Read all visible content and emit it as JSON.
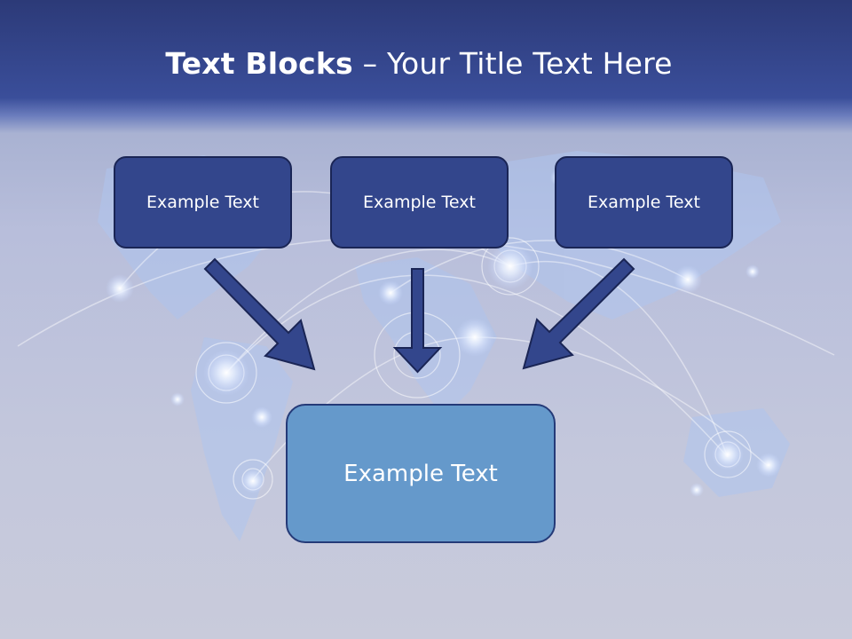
{
  "slide": {
    "title_bold": "Text Blocks",
    "title_separator": " – ",
    "title_rest": "Your Title Text Here",
    "top_blocks": [
      {
        "label": "Example Text"
      },
      {
        "label": "Example Text"
      },
      {
        "label": "Example Text"
      }
    ],
    "bottom_block": {
      "label": "Example Text"
    }
  },
  "colors": {
    "header_band": "#2c3a78",
    "top_block_fill": "#33468c",
    "bottom_block_fill": "#6599cb",
    "arrow_fill": "#33468c"
  }
}
